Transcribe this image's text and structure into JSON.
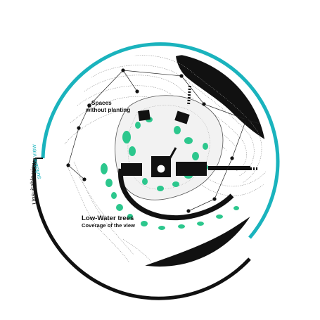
{
  "ring": {
    "suitable_label": "suitable view",
    "unsuitable_label": "Unsuitable view",
    "suitable_color": "#1ab3bd",
    "unsuitable_color": "#111111"
  },
  "annotations": {
    "spaces_line1": "Spaces",
    "spaces_line2": "without planting",
    "trees_line1": "Low-Water trees",
    "trees_line2": "Coverage of the view"
  },
  "colors": {
    "planting": "#2cc78d",
    "water": "#111111",
    "contour": "#8a8a8a",
    "paths": "#222222"
  }
}
